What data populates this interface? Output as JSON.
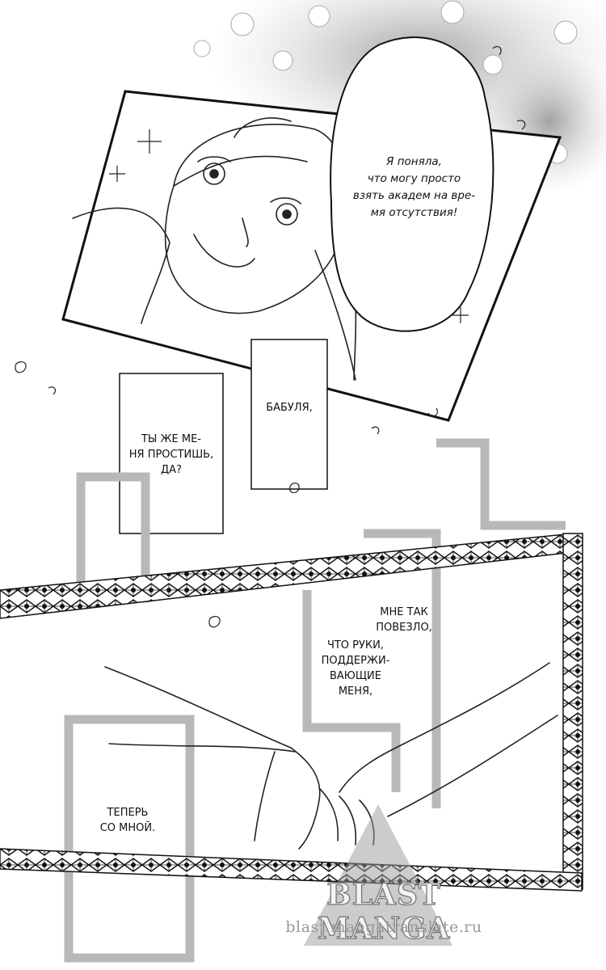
{
  "bubble_top": "Я поняла,\nчто могу просто\nвзять академ на вре-\nмя отсутствия!",
  "box_grandma": "БАБУЛЯ,",
  "box_forgive": "ТЫ ЖЕ МЕ-\nНЯ ПРОСТИШЬ,\nДА?",
  "caption_lucky": "МНЕ ТАК\nПОВЕЗЛО,",
  "caption_hands": "ЧТО РУКИ,\nПОДДЕРЖИ-\nВАЮЩИЕ\nМЕНЯ,",
  "caption_now": "ТЕПЕРЬ\nСО МНОЙ.",
  "watermark": {
    "title": "BLAST MANGA",
    "url": "blast.mangatranslate.ru"
  },
  "colors": {
    "ink": "#111111",
    "paper": "#ffffff",
    "screentone": "#9a9a9a"
  }
}
